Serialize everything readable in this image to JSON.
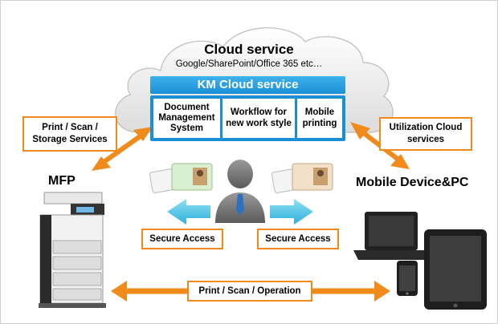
{
  "cloud": {
    "title": "Cloud service",
    "subtitle": "Google/SharePoint/Office 365 etc…"
  },
  "km_cloud": {
    "title": "KM Cloud service",
    "services": [
      "Document Management System",
      "Workflow for new work style",
      "Mobile printing"
    ]
  },
  "labels": {
    "print_scan_storage": "Print / Scan / Storage Services",
    "utilization_cloud": "Utilization Cloud services",
    "secure_access_left": "Secure Access",
    "secure_access_right": "Secure Access",
    "print_scan_operation": "Print / Scan / Operation"
  },
  "devices": {
    "mfp": "MFP",
    "mobile": "Mobile Device&PC"
  },
  "colors": {
    "accent_orange": "#f08a1a",
    "km_blue": "#1a8fd6",
    "arrow_cyan": "#4ec3e6",
    "cloud_gray": "#e7e7e7"
  }
}
